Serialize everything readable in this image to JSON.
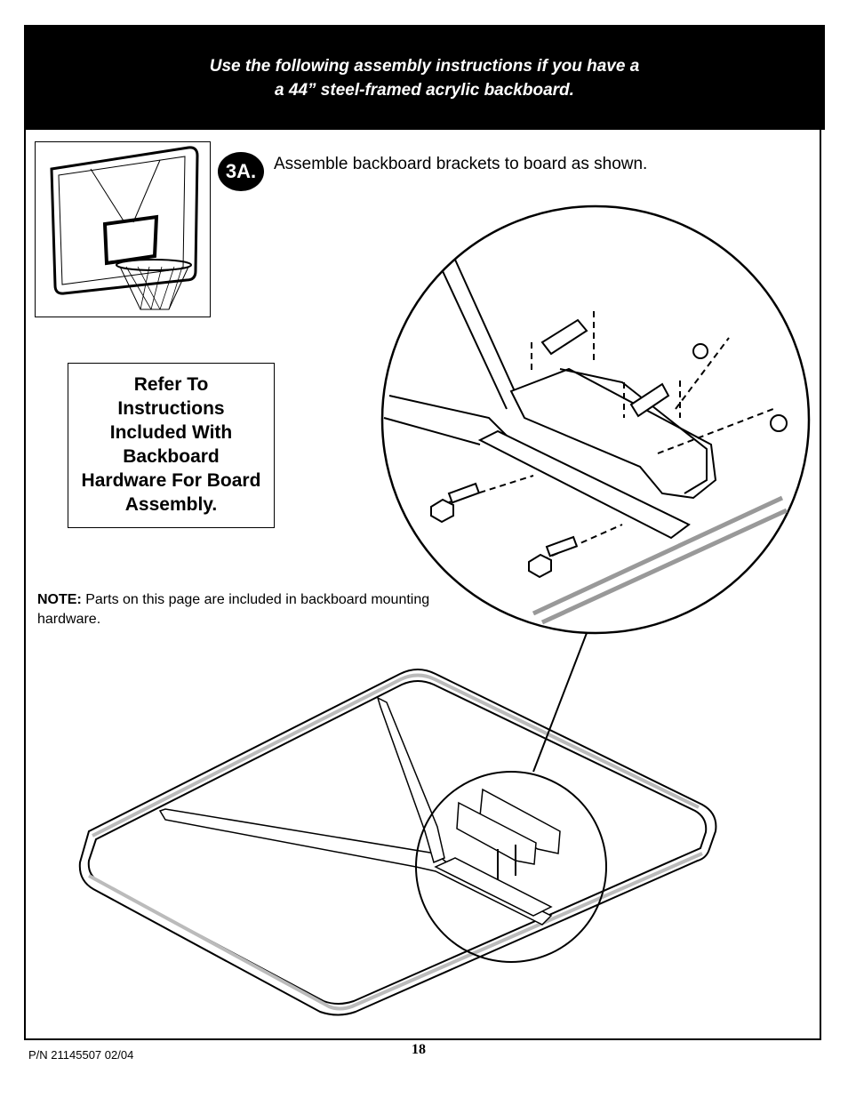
{
  "header": {
    "line1": "Use the following assembly instructions if you have a",
    "line2": "a 44” steel-framed acrylic backboard."
  },
  "step": {
    "number": "3A.",
    "instruction": "Assemble backboard brackets to board as shown."
  },
  "refer_box": {
    "lines": [
      "Refer To",
      "Instructions",
      "Included With",
      "Backboard",
      "Hardware For Board",
      "Assembly."
    ]
  },
  "note": {
    "label": "NOTE:",
    "text": "Parts on this page are included in backboard mounting hardware."
  },
  "footer": {
    "part_number": "P/N 21145507   02/04",
    "page_number": "18"
  }
}
